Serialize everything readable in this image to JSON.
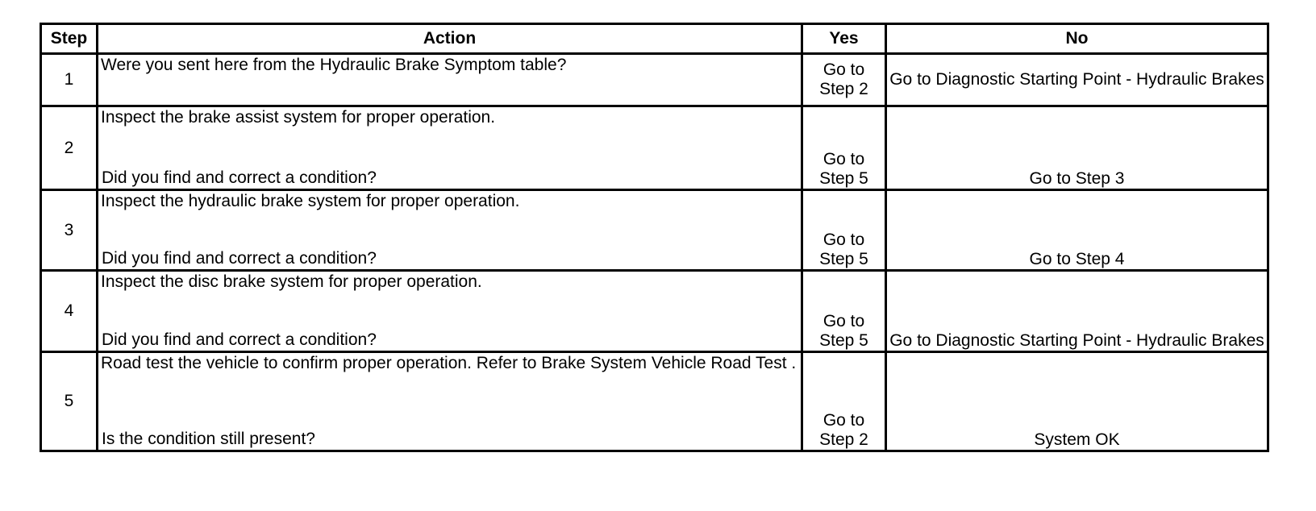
{
  "headers": {
    "step": "Step",
    "action": "Action",
    "yes": "Yes",
    "no": "No"
  },
  "rows": [
    {
      "step": "1",
      "instruction": "Were you sent here from the Hydraulic Brake Symptom table?",
      "question": "",
      "yes": "Go to Step 2",
      "no": "Go to Diagnostic Starting Point - Hydraulic Brakes"
    },
    {
      "step": "2",
      "instruction": "Inspect the brake assist system for proper operation.",
      "question": "Did you find and correct a condition?",
      "yes": "Go to Step 5",
      "no": "Go to Step 3"
    },
    {
      "step": "3",
      "instruction": "Inspect the hydraulic brake system for proper operation.",
      "question": "Did you find and correct a condition?",
      "yes": "Go to Step 5",
      "no": "Go to Step 4"
    },
    {
      "step": "4",
      "instruction": "Inspect the disc brake system for proper operation.",
      "question": "Did you find and correct a condition?",
      "yes": "Go to Step 5",
      "no": "Go to Diagnostic Starting Point - Hydraulic Brakes"
    },
    {
      "step": "5",
      "instruction": "Road test the vehicle to confirm proper operation. Refer to Brake System Vehicle Road Test .",
      "question": "Is the condition still present?",
      "yes": "Go to Step 2",
      "no": "System OK"
    }
  ]
}
